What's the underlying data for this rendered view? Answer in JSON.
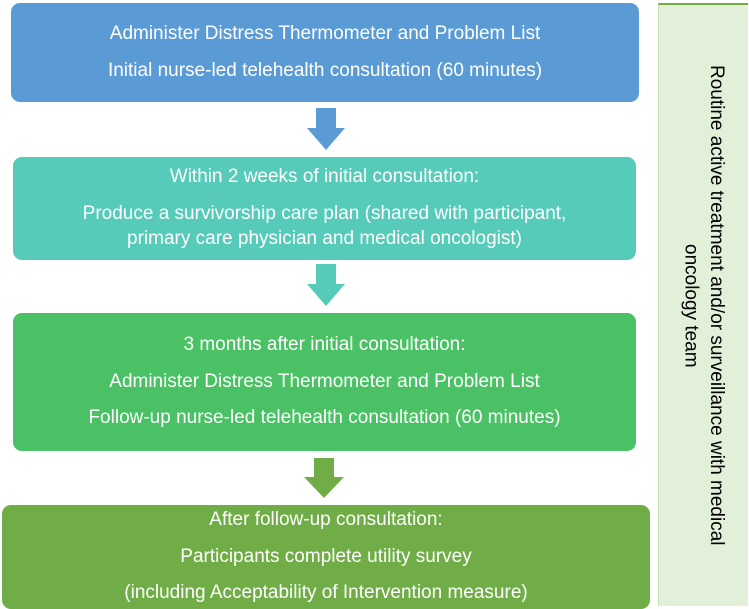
{
  "steps": [
    {
      "lines": [
        "Administer Distress Thermometer and Problem List",
        "Initial nurse-led telehealth consultation (60 minutes)"
      ],
      "color": "#5b9bd5"
    },
    {
      "lines": [
        "Within 2 weeks of initial consultation:",
        "Produce a survivorship care plan (shared with participant,",
        "primary care physician and medical oncologist)"
      ],
      "color": "#56cbba"
    },
    {
      "lines": [
        "3 months after initial consultation:",
        "Administer Distress Thermometer and Problem List",
        "Follow-up nurse-led telehealth consultation (60 minutes)"
      ],
      "color": "#49c164"
    },
    {
      "lines": [
        "After follow-up consultation:",
        "Participants complete utility survey",
        "(including Acceptability of Intervention measure)"
      ],
      "color": "#70ad47"
    }
  ],
  "arrows": [
    {
      "color": "#5b9bd5"
    },
    {
      "color": "#56cbba"
    },
    {
      "color": "#70ad47"
    }
  ],
  "side_panel": {
    "lines": [
      "Routine active treatment and/or surveillance with medical",
      "oncology team"
    ],
    "background": "#e2f0d9"
  }
}
